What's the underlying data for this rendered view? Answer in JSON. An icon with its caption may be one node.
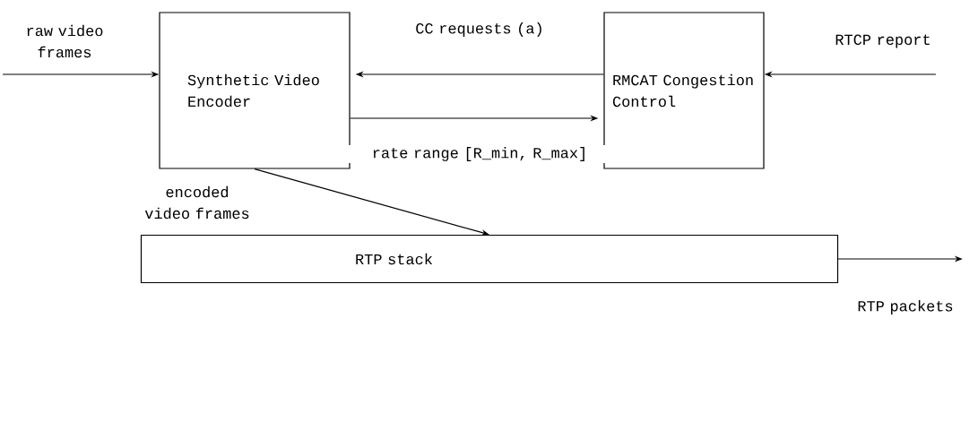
{
  "diagram": {
    "nodes": [
      {
        "text": [
          "Synthetic Video Encoder"
        ]
      },
      {
        "text": [
          "RMCAT Congestion Control"
        ]
      },
      {
        "text": [
          "RTP stack"
        ]
      },
      {
        "text": [
          "raw video frames"
        ]
      },
      {
        "text": [
          "RTCP report"
        ]
      },
      {
        "text": [
          "RTP packets"
        ]
      }
    ],
    "edges": [
      {
        "from": 3,
        "to": 0,
        "arrow": "to"
      },
      {
        "from": 4,
        "to": 1,
        "arrow": "to"
      },
      {
        "from": 1,
        "to": 0,
        "arrow": "to",
        "label": "CC requests (a)"
      },
      {
        "from": 0,
        "to": 1,
        "arrow": "to",
        "label": "rate range [R_min, R_max]"
      },
      {
        "from": 0,
        "to": 2,
        "arrow": "to",
        "label": "encoded video frames"
      },
      {
        "from": 2,
        "to": 5,
        "arrow": "to"
      }
    ]
  }
}
